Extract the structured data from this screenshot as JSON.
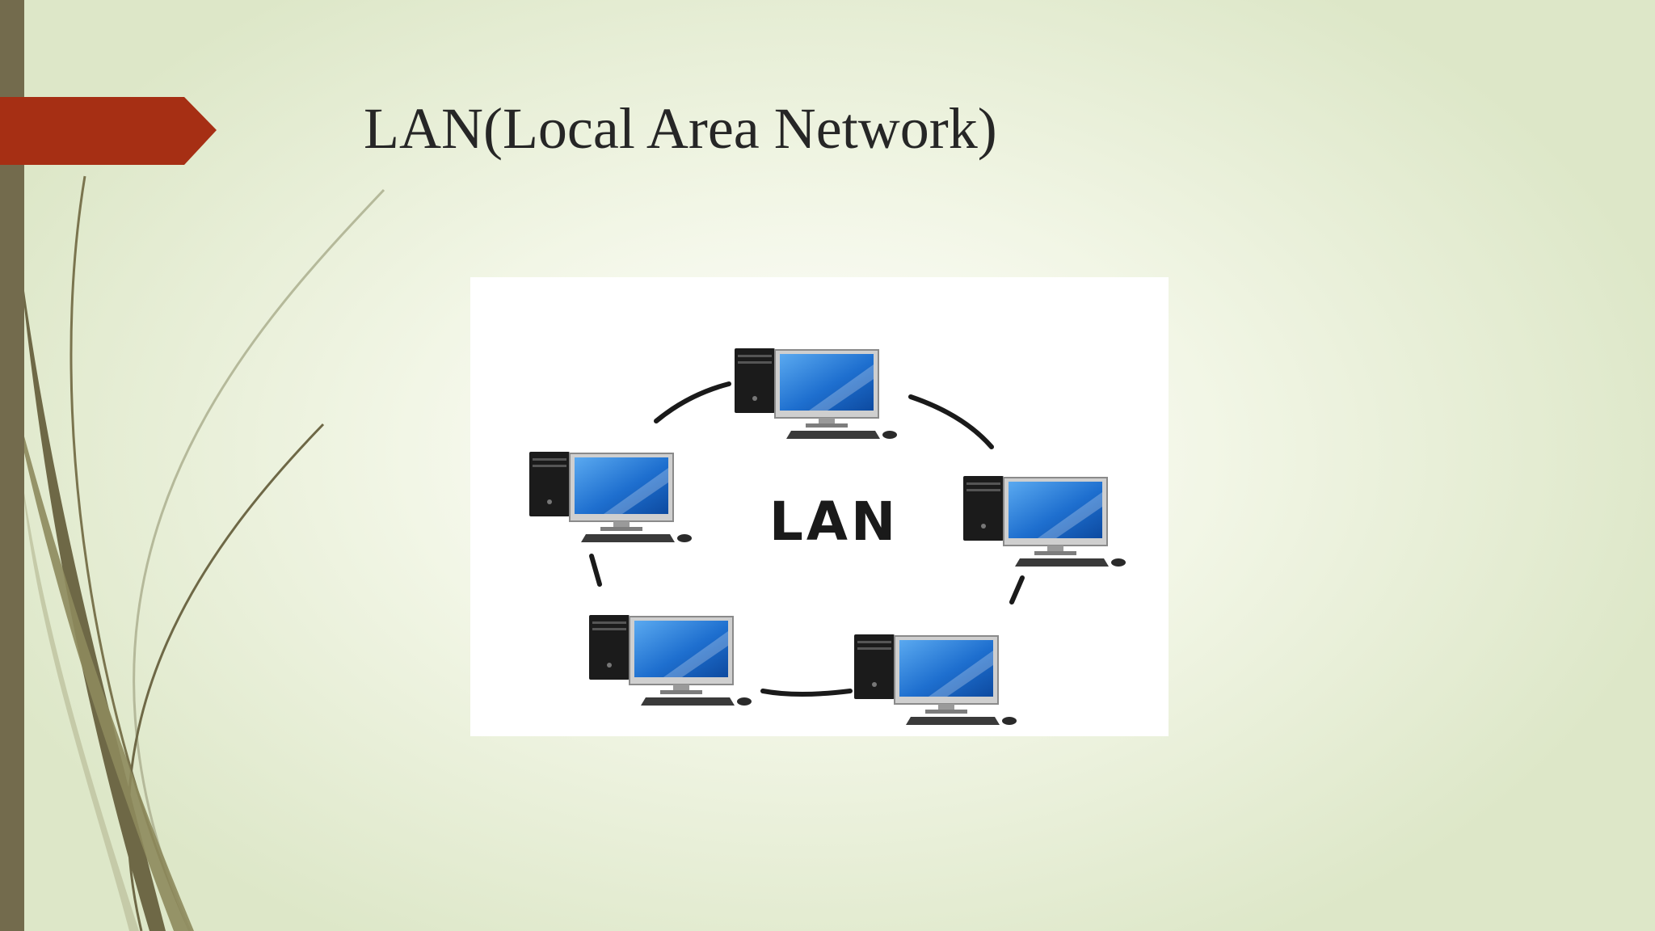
{
  "slide": {
    "title": "LAN(Local Area Network)",
    "accent_color": "#a62f14",
    "sidebar_color": "#736b4d",
    "decor_stroke_color": "#7a744e"
  },
  "figure": {
    "label": "LAN",
    "computer_count": 5,
    "monitor_screen_color": "#1e6fcf",
    "tower_color": "#1b1b1b",
    "ring_color": "#1a1a1a"
  }
}
